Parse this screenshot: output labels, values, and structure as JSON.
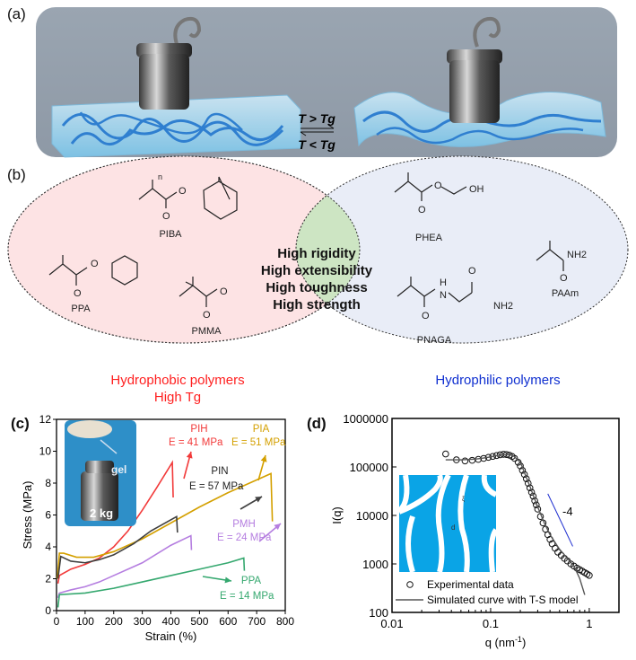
{
  "panels": {
    "a": {
      "label": "(a)",
      "transition_up": "T > Tg",
      "transition_down": "T < Tg"
    },
    "b": {
      "label": "(b)",
      "hydrophobic_title": "Hydrophobic polymers",
      "hydrophobic_subtitle": "High Tg",
      "hydrophilic_title": "Hydrophilic polymers",
      "properties": [
        "High rigidity",
        "High extensibility",
        "High toughness",
        "High strength"
      ],
      "hydrophobic_polymers": [
        "PIBA",
        "PPA",
        "PMMA"
      ],
      "hydrophilic_polymers": [
        "PHEA",
        "PAAm",
        "PNAGA"
      ],
      "chem_labels": {
        "o": "O",
        "oh": "OH",
        "nh2": "NH2",
        "h": "H",
        "n": "N",
        "sub_n": "n"
      },
      "colors": {
        "hydrophobic": "#ff2020",
        "hydrophilic": "#1030d0",
        "left_fill": "#fde3e4",
        "right_fill": "#e9edf7",
        "center_fill": "#cde5c3"
      }
    },
    "c": {
      "label": "(c)",
      "inset_gel": "gel",
      "inset_weight": "2 kg"
    },
    "d": {
      "label": "(d)",
      "slope_label": "-4",
      "inset_xi": "ξ",
      "inset_d": "d"
    }
  },
  "chart_data": [
    {
      "type": "line",
      "panel": "c",
      "xlabel": "Strain (%)",
      "ylabel": "Stress (MPa)",
      "xlim": [
        0,
        800
      ],
      "ylim": [
        0,
        12
      ],
      "xticks": [
        "0",
        "100",
        "200",
        "300",
        "400",
        "500",
        "600",
        "700",
        "800"
      ],
      "yticks": [
        "0",
        "2",
        "4",
        "6",
        "8",
        "10",
        "12"
      ],
      "series": [
        {
          "name": "PIH",
          "annotation": "E = 41 MPa",
          "color": "#f23a3a",
          "x": [
            5,
            10,
            50,
            100,
            150,
            200,
            250,
            300,
            350,
            405,
            408
          ],
          "y": [
            1.7,
            2.2,
            2.6,
            2.9,
            3.3,
            4.0,
            5.0,
            6.3,
            7.7,
            9.3,
            7.1
          ]
        },
        {
          "name": "PIA",
          "annotation": "E = 51 MPa",
          "color": "#d4a000",
          "x": [
            3,
            10,
            25,
            70,
            130,
            200,
            300,
            400,
            500,
            600,
            750,
            755
          ],
          "y": [
            2.0,
            3.6,
            3.6,
            3.35,
            3.35,
            3.7,
            4.5,
            5.5,
            6.5,
            7.4,
            8.6,
            5.6
          ]
        },
        {
          "name": "PIN",
          "annotation": "E = 57 MPa",
          "color": "#404040",
          "x": [
            5,
            15,
            50,
            100,
            150,
            200,
            270,
            330,
            420,
            423
          ],
          "y": [
            2.0,
            3.4,
            3.1,
            3.0,
            3.2,
            3.5,
            4.2,
            5.0,
            5.9,
            4.9
          ]
        },
        {
          "name": "PMH",
          "annotation": "E = 24 MPa",
          "color": "#b57ee0",
          "x": [
            5,
            10,
            50,
            100,
            150,
            200,
            300,
            400,
            470,
            472
          ],
          "y": [
            0.8,
            1.1,
            1.3,
            1.5,
            1.8,
            2.2,
            3.0,
            4.1,
            4.7,
            3.8
          ]
        },
        {
          "name": "PPA",
          "annotation": "E = 14 MPa",
          "color": "#35a86f",
          "x": [
            5,
            10,
            100,
            200,
            300,
            400,
            500,
            600,
            655,
            657
          ],
          "y": [
            0.2,
            1.0,
            1.1,
            1.4,
            1.8,
            2.2,
            2.6,
            3.0,
            3.3,
            2.5
          ]
        }
      ]
    },
    {
      "type": "scatter",
      "panel": "d",
      "xlabel": "q (nm",
      "xlabel_sup": "-1",
      "xlabel_end": ")",
      "ylabel": "I(q)",
      "xscale": "log",
      "yscale": "log",
      "xlim": [
        0.01,
        2
      ],
      "ylim": [
        100,
        1000000
      ],
      "xticks": [
        "0.01",
        "0.1",
        "1"
      ],
      "yticks": [
        "100",
        "1000",
        "10000",
        "100000",
        "1000000"
      ],
      "legend": {
        "position": "bottom-left",
        "entries": [
          "Experimental data",
          "Simulated curve with T-S model"
        ]
      },
      "series": [
        {
          "name": "Experimental data",
          "marker": "open-circle",
          "color": "#111111",
          "x": [
            0.035,
            0.045,
            0.055,
            0.065,
            0.075,
            0.085,
            0.095,
            0.105,
            0.115,
            0.125,
            0.135,
            0.145,
            0.155,
            0.165,
            0.175,
            0.19,
            0.2,
            0.21,
            0.22,
            0.23,
            0.24,
            0.25,
            0.26,
            0.27,
            0.28,
            0.29,
            0.3,
            0.32,
            0.34,
            0.36,
            0.38,
            0.4,
            0.42,
            0.45,
            0.48,
            0.52,
            0.56,
            0.6,
            0.65,
            0.7,
            0.75,
            0.8,
            0.85,
            0.9,
            0.95,
            1.0
          ],
          "y": [
            185000,
            140000,
            133000,
            137000,
            143000,
            150000,
            158000,
            165000,
            172000,
            178000,
            182000,
            180000,
            175000,
            165000,
            150000,
            125000,
            105000,
            85000,
            70000,
            57000,
            46000,
            37000,
            30000,
            25000,
            20000,
            16500,
            13500,
            9500,
            7000,
            5200,
            4000,
            3200,
            2600,
            2100,
            1750,
            1500,
            1300,
            1150,
            1000,
            900,
            820,
            760,
            710,
            660,
            620,
            580
          ]
        },
        {
          "name": "Simulated curve with T-S model",
          "type": "line",
          "color": "#555555",
          "x": [
            0.035,
            0.05,
            0.07,
            0.09,
            0.11,
            0.13,
            0.15,
            0.17,
            0.2,
            0.25,
            0.3,
            0.35,
            0.4,
            0.5,
            0.6,
            0.7,
            0.8,
            0.9
          ],
          "y": [
            140000,
            140000,
            145000,
            155000,
            168000,
            178000,
            180000,
            170000,
            125000,
            40000,
            15000,
            7000,
            4000,
            2000,
            1300,
            900,
            500,
            230
          ]
        },
        {
          "name": "slope -4 guide",
          "type": "line",
          "color": "#1f2fd0",
          "x": [
            0.38,
            0.68
          ],
          "y": [
            28000,
            2300
          ]
        }
      ]
    }
  ]
}
